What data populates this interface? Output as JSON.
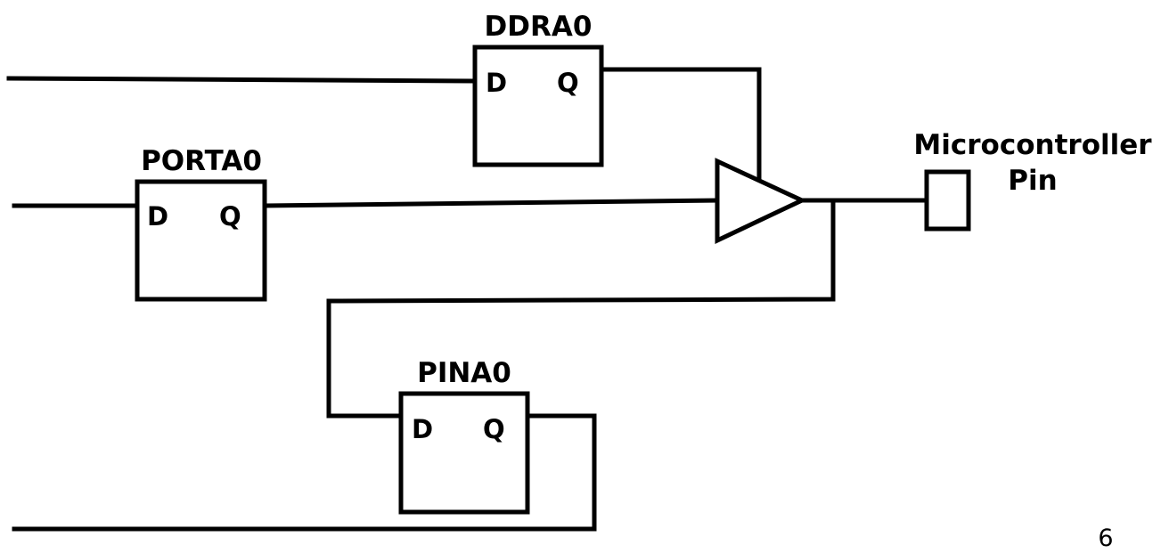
{
  "flipflops": {
    "ddra0": {
      "title": "DDRA0",
      "d_label": "D",
      "q_label": "Q"
    },
    "porta0": {
      "title": "PORTA0",
      "d_label": "D",
      "q_label": "Q"
    },
    "pina0": {
      "title": "PINA0",
      "d_label": "D",
      "q_label": "Q"
    }
  },
  "pin": {
    "label_line1": "Microcontroller",
    "label_line2": "Pin"
  },
  "page_number": "6"
}
